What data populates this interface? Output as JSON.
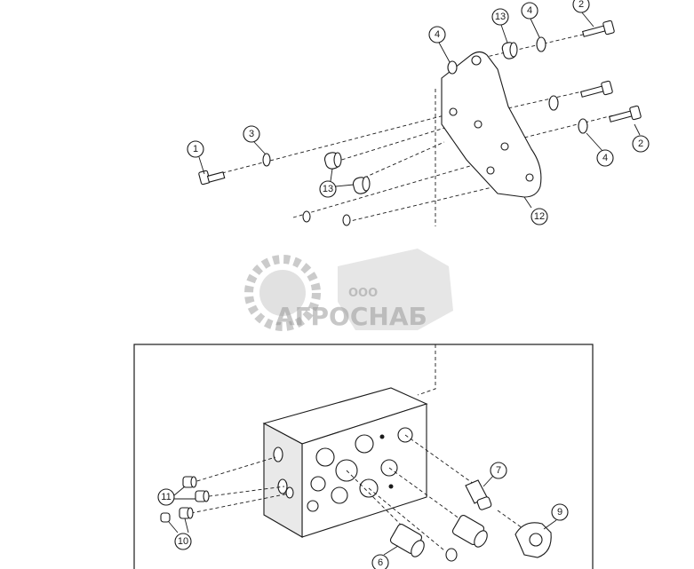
{
  "watermark": {
    "prefix": "ООО",
    "name": "АГРОСНАБ"
  },
  "callouts": [
    {
      "id": "c1",
      "label": "1"
    },
    {
      "id": "c2a",
      "label": "2"
    },
    {
      "id": "c2b",
      "label": "2"
    },
    {
      "id": "c3",
      "label": "3"
    },
    {
      "id": "c4a",
      "label": "4"
    },
    {
      "id": "c4b",
      "label": "4"
    },
    {
      "id": "c4c",
      "label": "4"
    },
    {
      "id": "c6",
      "label": "6"
    },
    {
      "id": "c7",
      "label": "7"
    },
    {
      "id": "c9",
      "label": "9"
    },
    {
      "id": "c10",
      "label": "10"
    },
    {
      "id": "c11",
      "label": "11"
    },
    {
      "id": "c12",
      "label": "12"
    },
    {
      "id": "c13a",
      "label": "13"
    },
    {
      "id": "c13b",
      "label": "13"
    }
  ]
}
